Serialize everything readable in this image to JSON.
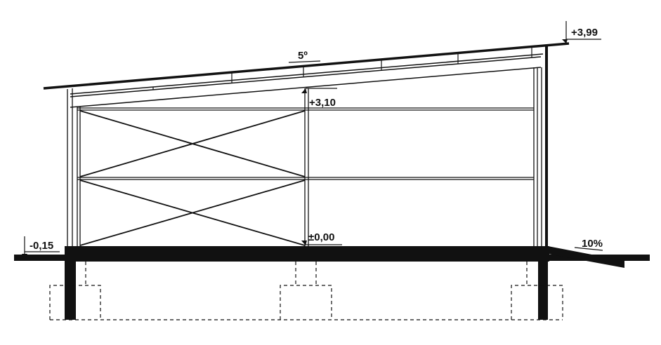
{
  "drawing": {
    "type": "building cross-section",
    "levels": {
      "ridge": "+3,99",
      "eaves": "+3,10",
      "floor": "±0,00",
      "ground": "-0,15"
    },
    "roof_pitch": "5º",
    "ramp_slope": "10%",
    "colors": {
      "line": "#111111",
      "background": "#ffffff"
    }
  }
}
